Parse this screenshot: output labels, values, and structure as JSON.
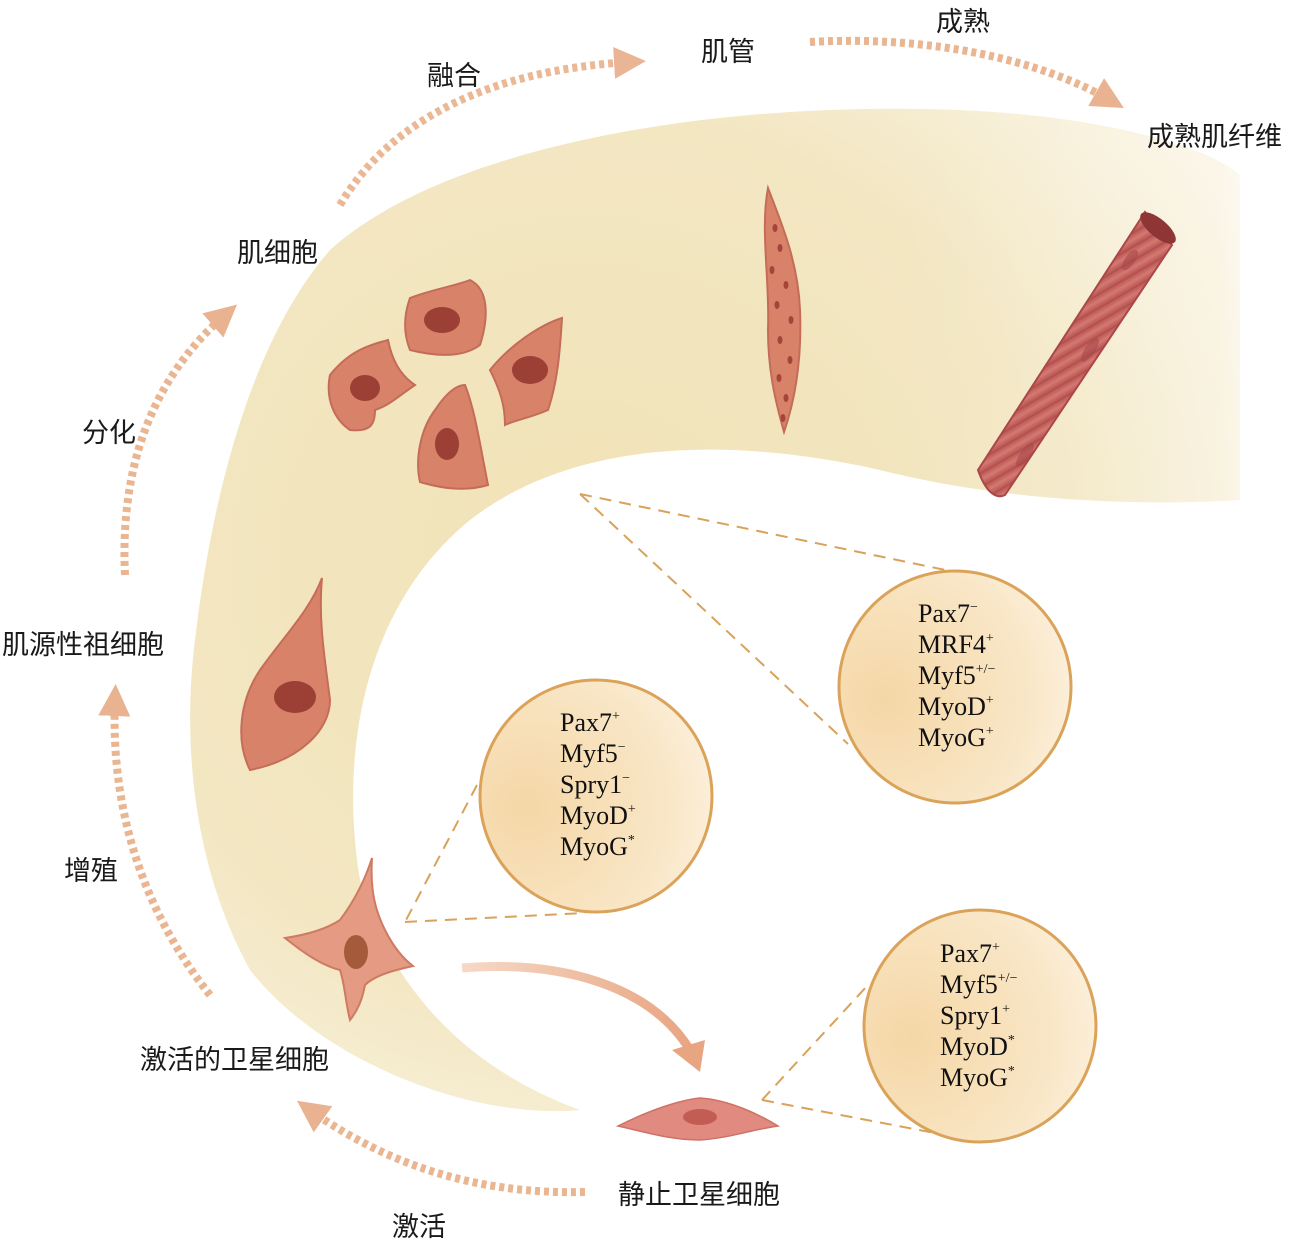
{
  "colors": {
    "band": "#f3e6bd",
    "cell": "#d9826a",
    "nucleus": "#9c3f34",
    "arrow": "#eab591",
    "circle_border": "#dba359",
    "circle_fill": "#f7ddb0",
    "dash": "#d9a25a",
    "fiber": "#c96863"
  },
  "labels": {
    "fusion": "融合",
    "myotube": "肌管",
    "mature_process": "成熟",
    "mature_fiber": "成熟肌纤维",
    "myocyte": "肌细胞",
    "differentiation": "分化",
    "myogenic_progenitor": "肌源性祖细胞",
    "proliferation": "增殖",
    "activated_satellite": "激活的卫星细胞",
    "quiescent_satellite": "静止卫星细胞",
    "activation": "激活"
  },
  "marker_sets": {
    "myotube_markers": [
      {
        "name": "Pax7",
        "sup": "−"
      },
      {
        "name": "MRF4",
        "sup": "+"
      },
      {
        "name": "Myf5",
        "sup": "+/−"
      },
      {
        "name": "MyoD",
        "sup": "+"
      },
      {
        "name": "MyoG",
        "sup": "+"
      }
    ],
    "activated_markers": [
      {
        "name": "Pax7",
        "sup": "+"
      },
      {
        "name": "Myf5",
        "sup": "−"
      },
      {
        "name": "Spry1",
        "sup": "−"
      },
      {
        "name": "MyoD",
        "sup": "+"
      },
      {
        "name": "MyoG",
        "sup": "*"
      }
    ],
    "quiescent_markers": [
      {
        "name": "Pax7",
        "sup": "+"
      },
      {
        "name": "Myf5",
        "sup": "+/−"
      },
      {
        "name": "Spry1",
        "sup": "+"
      },
      {
        "name": "MyoD",
        "sup": "*"
      },
      {
        "name": "MyoG",
        "sup": "*"
      }
    ]
  }
}
